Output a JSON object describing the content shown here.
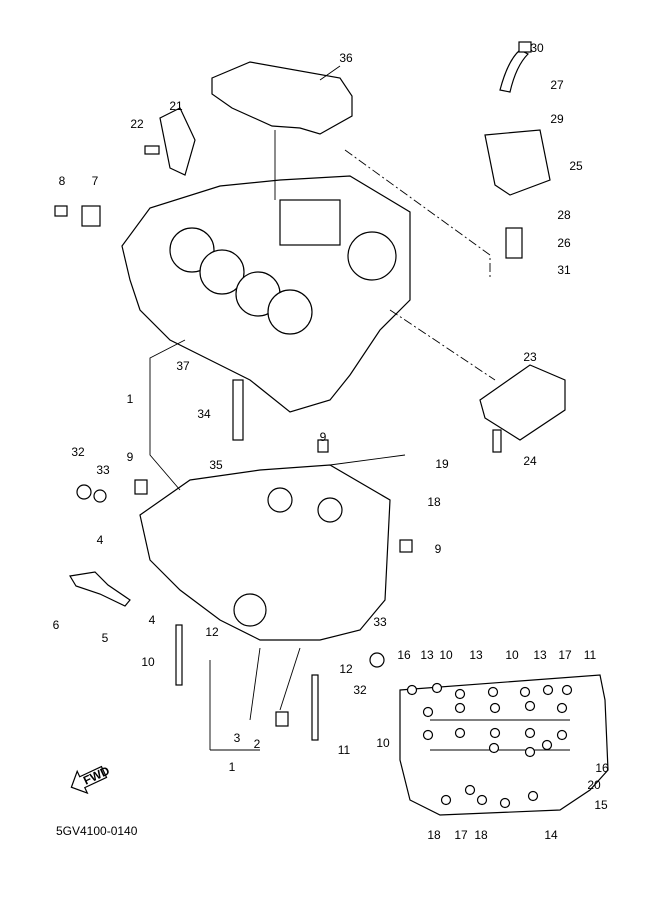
{
  "diagram": {
    "part_code": "5GV4100-0140",
    "fwd_label": "FWD",
    "callouts": [
      "36",
      "30",
      "27",
      "29",
      "21",
      "22",
      "25",
      "8",
      "7",
      "28",
      "26",
      "31",
      "23",
      "37",
      "1",
      "34",
      "9",
      "19",
      "35",
      "24",
      "32",
      "33",
      "9",
      "18",
      "9",
      "4",
      "4",
      "6",
      "5",
      "12",
      "33",
      "10",
      "12",
      "32",
      "3",
      "2",
      "11",
      "1"
    ],
    "inset_callouts": [
      "16",
      "13",
      "10",
      "13",
      "10",
      "13",
      "17",
      "11",
      "10",
      "16",
      "20",
      "15",
      "18",
      "17",
      "18",
      "14"
    ]
  }
}
